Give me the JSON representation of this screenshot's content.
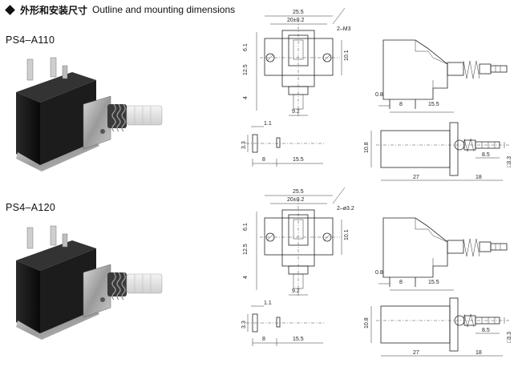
{
  "header": {
    "icon": "diamond-bullet-icon",
    "title_cn": "外形和安装尺寸",
    "title_en": "Outline and mounting dimensions"
  },
  "models": [
    {
      "name": "PS4–A110",
      "front_view": {
        "width": "25.5",
        "pitch": "20±0.2",
        "hole": "2–M3",
        "height_top": "6.1",
        "height_mid": "12.5",
        "height_low": "4",
        "height_right": "10.1",
        "bottom_width": "9.2"
      },
      "side_view": {
        "pin_left": "0.8",
        "pin_gap": "8",
        "pin_right": "15.5"
      },
      "pin_view": {
        "thick": "1.1",
        "height": "3.3",
        "gap": "8",
        "span": "15.5"
      },
      "bottom_view": {
        "height": "10.8",
        "len_a": "27",
        "len_b": "18",
        "shaft": "8.5",
        "square": "□3.3"
      }
    },
    {
      "name": "PS4–A120",
      "front_view": {
        "width": "25.5",
        "pitch": "20±0.2",
        "hole": "2–ø3.2",
        "height_top": "6.1",
        "height_mid": "12.5",
        "height_low": "4",
        "height_right": "10.1",
        "bottom_width": "9.2"
      },
      "side_view": {
        "pin_left": "0.8",
        "pin_gap": "8",
        "pin_right": "15.5"
      },
      "pin_view": {
        "thick": "1.1",
        "height": "3.3",
        "gap": "8",
        "span": "15.5"
      },
      "bottom_view": {
        "height": "10.8",
        "len_a": "27",
        "len_b": "18",
        "shaft": "8.5",
        "square": "□3.3"
      }
    }
  ]
}
